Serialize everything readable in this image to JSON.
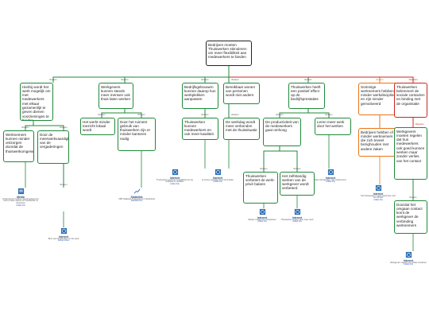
{
  "nodes": {
    "n0": "Bedrijven moeten Thuiswerken stimuleren om meer flexibiliteit aan medewerkers te bieden",
    "n1": "Hierbij wordt het werk mogelijk om met medewerkers met elkaar gezamenlijk te geven dienen voorzieningen te bieden",
    "n2": "Werkgevers kunnen steeds meer mensen ook thuis laten werken",
    "n3": "Bedrijfsgebouwen kunnen daarop hun werkplekken aanpassen",
    "n4": "Bereikbaar wonen van personen wordt niet anders",
    "n5": "Thuiswerken heeft een positief effect op de bedrijfsprestaties",
    "n6": "Sommige werknemers hebben minder werkdiscipline en zijn minder gemotiveerd",
    "n7": "Thuiswerken belemmert de sociale contacten en binding met de organisatie",
    "n8": "Werknemers kunnen minder ontzorgen doordat de thuiswerkomgeving",
    "n9": "Door de meerwerkvaardigheid van de vergaderingen",
    "n10": "Het werkt minder toezicht lokaal wordt",
    "n11": "Door het ruimere gebruik van thuiswerken zijn er minder kantoren nodig",
    "n12": "Thuiswerken kunnen medewerkers en ook meer kwaliteit",
    "n13": "De werkdag wordt meer verbonden met de thuissituatie",
    "n14": "De productiviteit van de medewerkers gaat omhoog",
    "n15": "Leren meer werk door het werken",
    "n16": "Bedrijven hebben of minder werknemers die zich teveel bezighouden met andere zaken",
    "n17": "Werkgevers moeten regelen dat hun medewerkers ook goed kunnen werken maar zonder verlies van het contact",
    "n18": "Thuiswerken verbetert de werk-privé balans",
    "n19": "Het zelfstandig werken van de werkgever wordt verbeterd",
    "n20": "Doordat het omgaan contact komt de werkgever de verbinding werknemers"
  },
  "edge_labels": {
    "e1": "Reason",
    "e2": "Reason",
    "e3": "Reason",
    "e4": "Reason",
    "e5": "Reason",
    "e6": "Reason",
    "e7": "Objection",
    "e8": "Reason",
    "e9": "Reason",
    "e10": "Reason",
    "e11": "Reason",
    "e12": "Reason",
    "e13": "Reason",
    "e14": "Reason",
    "e15": "Reason",
    "e16": "Reason",
    "e17": "Reason",
    "e18": "Reason",
    "e19": "Reason",
    "e20": "Objection"
  },
  "sources": {
    "s1": {
      "title": "Media",
      "desc": "Ondernemers hebben steeds geleerd om meer te laten werken en thuiswerken te stimuleren",
      "link": "Artikel link"
    },
    "s2": {
      "title": "Internet",
      "desc": "Bron van thuiswerkers en het werk",
      "link": "Artikel online"
    },
    "s3": {
      "title": "Statistiek",
      "desc": "CBS Statistiek thuiswerkers in Nederland",
      "link": "Statistiek link"
    },
    "s4": {
      "title": "Internet",
      "desc": "Thuiswerken geeft de mogelijkheid om de werkplek te verdelen",
      "link": "Artikel link"
    },
    "s5": {
      "title": "Internet",
      "desc": "Je kunt je werkdag thuis zelf indelen",
      "link": "Artikel link"
    },
    "s6": {
      "title": "Internet",
      "desc": "Minder reistijd door thuiswerken",
      "link": "Artikel link"
    },
    "s7": {
      "title": "Internet",
      "desc": "Meer thuiswerken voor werknemers",
      "link": "Artikel link"
    },
    "s8": {
      "title": "Internet",
      "desc": "Thuiswerken werken door meer werk",
      "link": "Artikel link"
    },
    "s9": {
      "title": "Internet",
      "desc": "Het thuiswerken is geen goed idee voor het contact",
      "link": "Artikel link"
    },
    "s10": {
      "title": "Internet",
      "desc": "Werkgevers regelen de sociale contacten",
      "link": "Artikel link"
    }
  },
  "colors": {
    "reason": "#1f8a3a",
    "objection_orange": "#e8751a",
    "objection_red": "#c8281e",
    "root": "#222222",
    "icon": "#2e6fb5"
  }
}
